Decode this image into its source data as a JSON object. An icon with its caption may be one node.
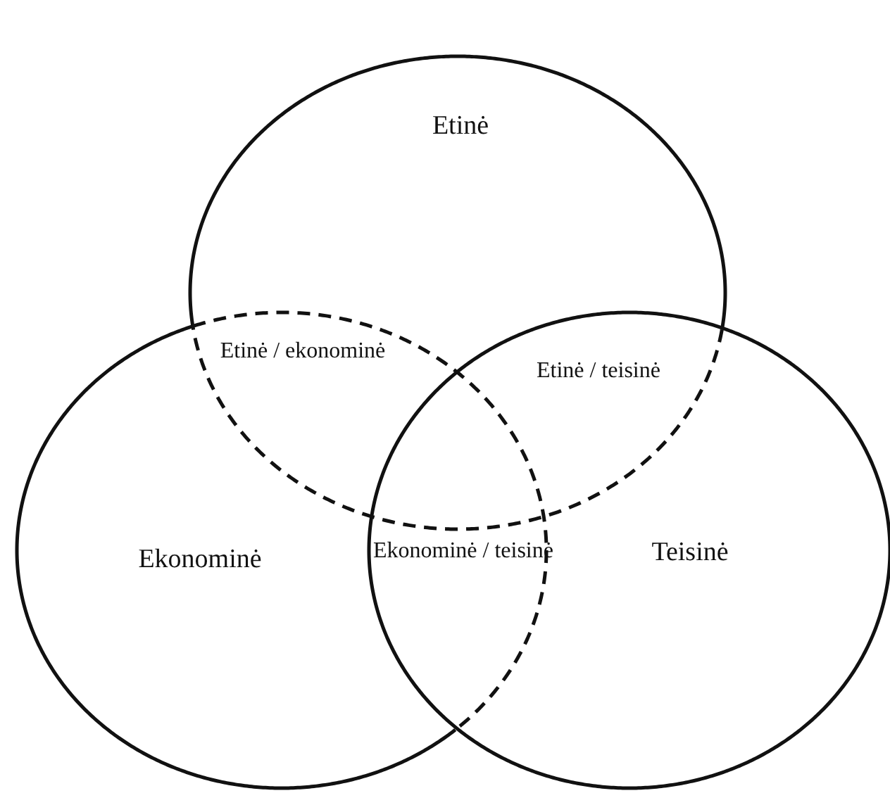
{
  "diagram": {
    "nodes": [
      {
        "text": [
          "Etinė"
        ]
      },
      {
        "text": [
          "Ekonominė"
        ]
      },
      {
        "text": [
          "Teisinė"
        ]
      }
    ],
    "labels": [
      "Etinė / ekonominė",
      "Etinė / teisinė",
      "Ekonominė / teisinė"
    ]
  }
}
